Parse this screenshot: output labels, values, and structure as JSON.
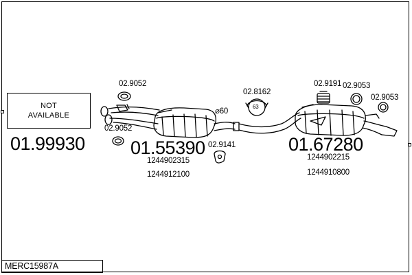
{
  "not_available_box": {
    "line1": "NOT",
    "line2": "AVAILABLE"
  },
  "assemblies": [
    {
      "number": "01.99930"
    },
    {
      "number": "01.55390"
    },
    {
      "number": "01.67280"
    }
  ],
  "parts": [
    {
      "number": "02.9052"
    },
    {
      "number": "02.9052"
    },
    {
      "number": "02.9141"
    },
    {
      "number": "02.8162"
    },
    {
      "number": "02.9191"
    },
    {
      "number": "02.9053"
    },
    {
      "number": "02.9053"
    }
  ],
  "oem_numbers": {
    "front_silencer": [
      "1244902315",
      "1244912100"
    ],
    "rear_silencer": [
      "1244902215",
      "1244910800"
    ]
  },
  "pipe_diameter": "⌀60",
  "clamp_size": "63",
  "system_code": "MERC15987A"
}
